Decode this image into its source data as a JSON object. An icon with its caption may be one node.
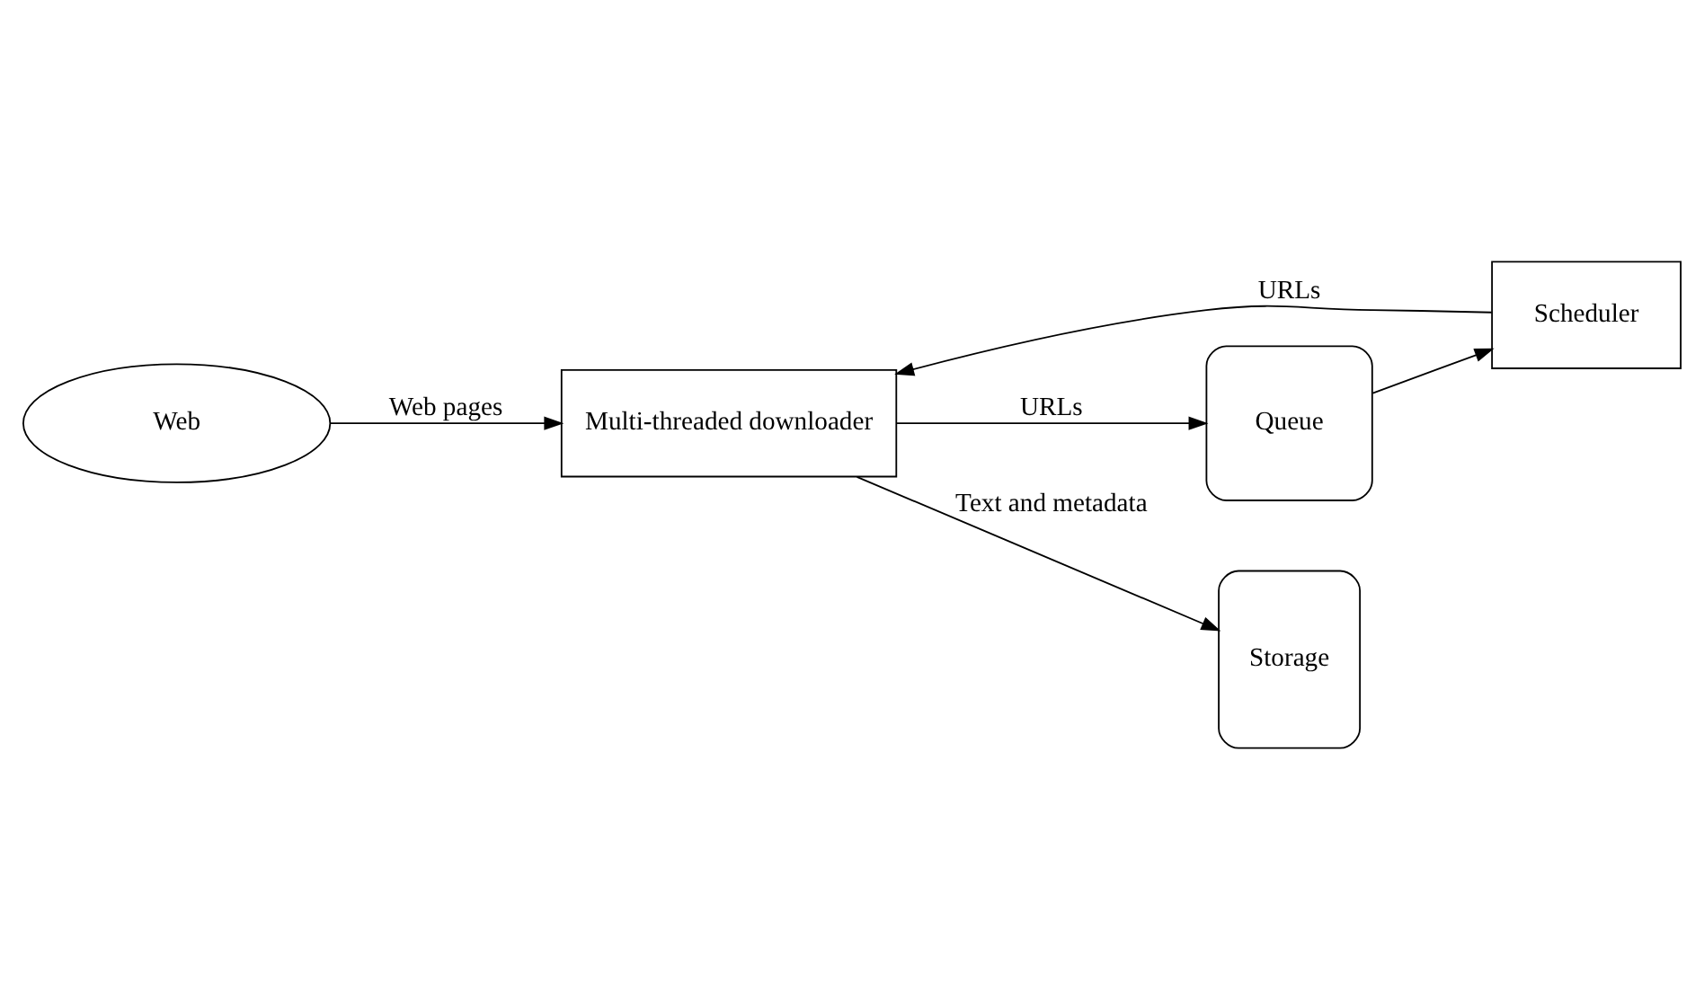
{
  "diagram": {
    "nodes": [
      {
        "text": [
          "Web"
        ]
      },
      {
        "text": [
          "Scheduler"
        ]
      },
      {
        "text": [
          "Multi-threaded downloader"
        ]
      },
      {
        "text": [
          "Queue"
        ]
      },
      {
        "text": [
          "Storage"
        ]
      }
    ],
    "edges": [
      {
        "from": 0,
        "to": 2,
        "arrow": "to",
        "label": "Web pages"
      },
      {
        "from": 1,
        "to": 2,
        "arrow": "to",
        "label": "URLs"
      },
      {
        "from": 2,
        "to": 4,
        "arrow": "to",
        "label": "Text and metadata"
      },
      {
        "from": 2,
        "to": 3,
        "arrow": "to",
        "label": "URLs"
      },
      {
        "from": 3,
        "to": 1,
        "arrow": "to"
      }
    ]
  }
}
